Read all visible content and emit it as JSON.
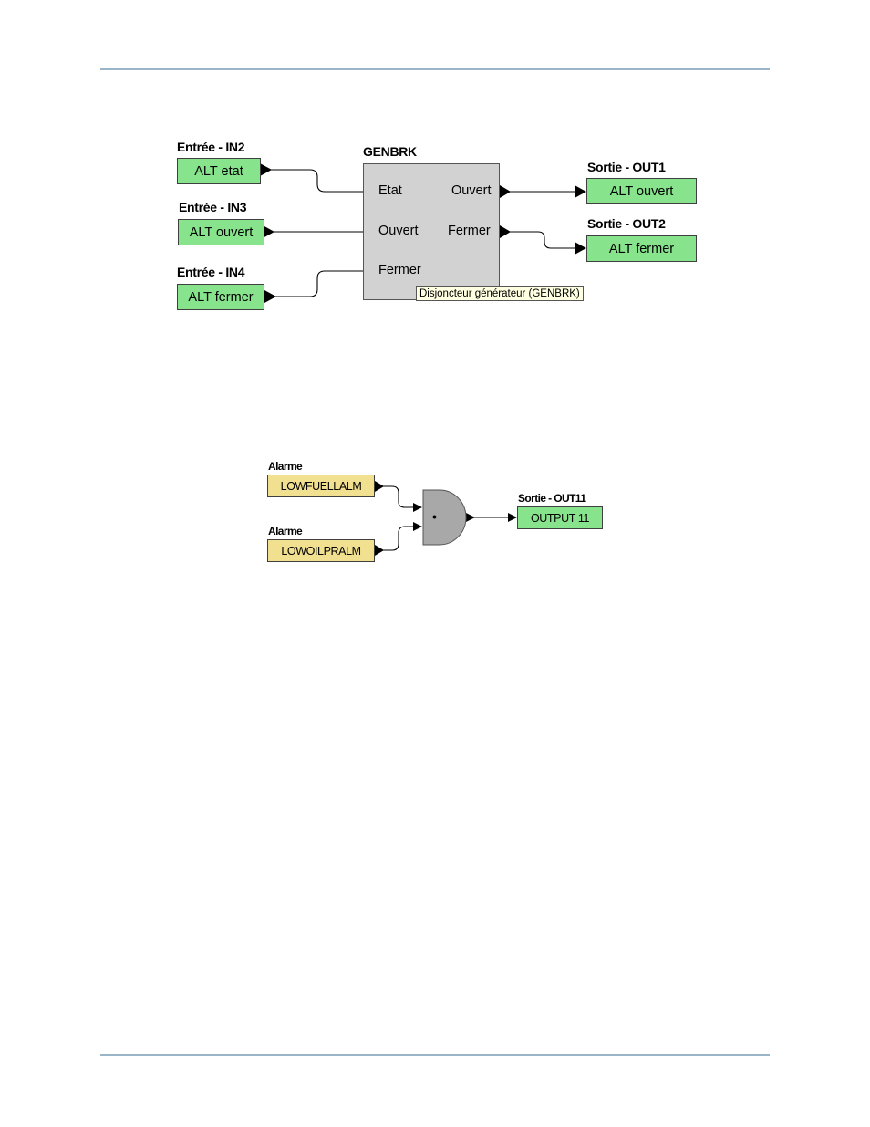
{
  "diagram1": {
    "inputs": [
      {
        "header": "Entrée - IN2",
        "label": "ALT etat"
      },
      {
        "header": "Entrée - IN3",
        "label": "ALT ouvert"
      },
      {
        "header": "Entrée - IN4",
        "label": "ALT fermer"
      }
    ],
    "block": {
      "title": "GENBRK",
      "ports_in": [
        "Etat",
        "Ouvert",
        "Fermer"
      ],
      "ports_out": [
        "Ouvert",
        "Fermer"
      ],
      "tooltip": "Disjoncteur générateur (GENBRK)"
    },
    "outputs": [
      {
        "header": "Sortie - OUT1",
        "label": "ALT ouvert"
      },
      {
        "header": "Sortie - OUT2",
        "label": "ALT fermer"
      }
    ]
  },
  "diagram2": {
    "alarms": [
      {
        "header": "Alarme",
        "label": "LOWFUELLALM"
      },
      {
        "header": "Alarme",
        "label": "LOWOILPRALM"
      }
    ],
    "gate_symbol": "•",
    "output": {
      "header": "Sortie - OUT11",
      "label": "OUTPUT 11"
    }
  },
  "colors": {
    "io_green": "#87e38c",
    "alarm_yellow": "#f1e090",
    "block_gray": "#d2d2d2",
    "rule_blue": "#9ab5c8",
    "tooltip_bg": "#ffffe1"
  }
}
